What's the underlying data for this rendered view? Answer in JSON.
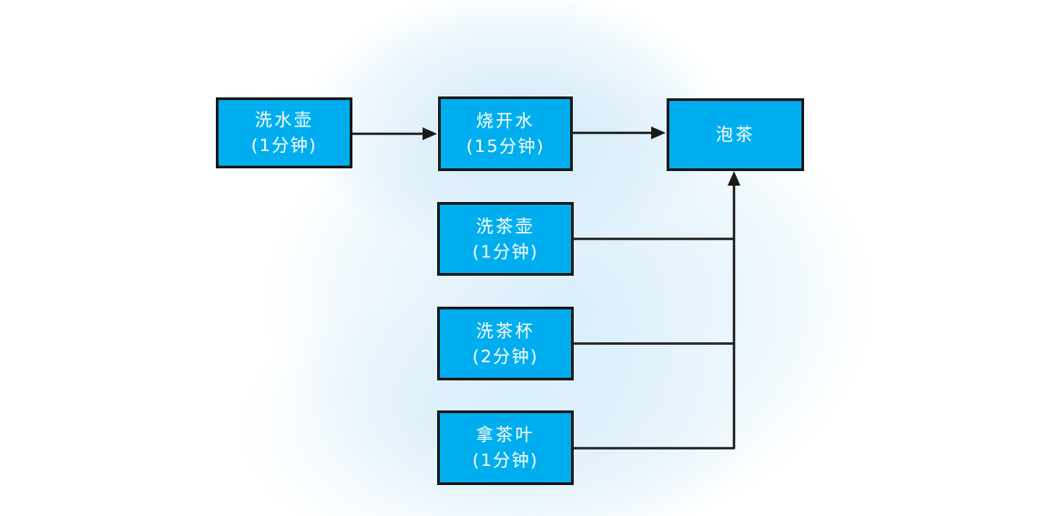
{
  "diagram": {
    "type": "flowchart",
    "colors": {
      "node_fill": "#00AEEF",
      "node_border": "#1a1a1a",
      "node_text": "#ffffff",
      "connector": "#1a1a1a",
      "background_glow": "#d6ecf9",
      "background": "#ffffff"
    },
    "nodes": [
      {
        "id": "wash-kettle",
        "label": "洗水壶",
        "duration": "(1分钟)"
      },
      {
        "id": "boil-water",
        "label": "烧开水",
        "duration": "(15分钟)"
      },
      {
        "id": "brew-tea",
        "label": "泡茶",
        "duration": ""
      },
      {
        "id": "wash-teapot",
        "label": "洗茶壶",
        "duration": "(1分钟)"
      },
      {
        "id": "wash-teacup",
        "label": "洗茶杯",
        "duration": "(2分钟)"
      },
      {
        "id": "take-tea-leaves",
        "label": "拿茶叶",
        "duration": "(1分钟)"
      }
    ],
    "edges": [
      {
        "from": "wash-kettle",
        "to": "boil-water",
        "style": "straight-arrow"
      },
      {
        "from": "boil-water",
        "to": "brew-tea",
        "style": "straight-arrow"
      },
      {
        "from": "wash-teapot",
        "to": "brew-tea",
        "style": "elbow-to-shared-trunk"
      },
      {
        "from": "wash-teacup",
        "to": "brew-tea",
        "style": "elbow-to-shared-trunk"
      },
      {
        "from": "take-tea-leaves",
        "to": "brew-tea",
        "style": "elbow-to-shared-trunk-arrow-up"
      }
    ]
  }
}
